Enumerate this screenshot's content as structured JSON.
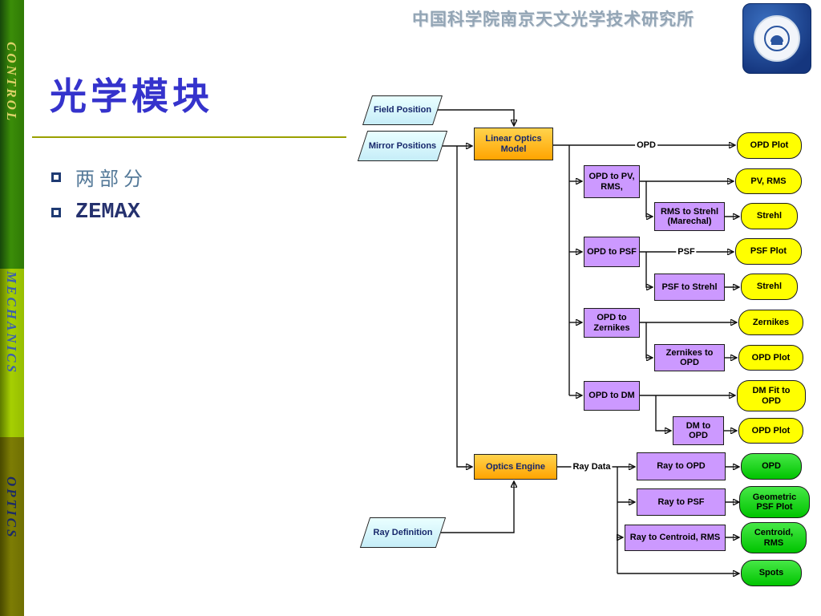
{
  "page": {
    "header": {
      "institute_name": "中国科学院南京天文光学技术研究所"
    },
    "sidebar": {
      "items": [
        {
          "label": "CONTROL"
        },
        {
          "label": "MECHANICS"
        },
        {
          "label": "OPTICS"
        }
      ]
    },
    "title": "光学模块",
    "bullets": [
      {
        "label": "两部分"
      },
      {
        "label": "ZEMAX"
      }
    ],
    "palette": {
      "title_color": "#3533cc",
      "input_node": "#ccf2fa",
      "engine_node": "#ffb000",
      "process_node": "#cc99ff",
      "output_yellow": "#ffff00",
      "output_green": "#00d41c"
    }
  },
  "flowchart": {
    "nodes": [
      {
        "id": "field-position",
        "label": "Field Position",
        "type": "input"
      },
      {
        "id": "mirror-positions",
        "label": "Mirror Positions",
        "type": "input"
      },
      {
        "id": "linear-optics-model",
        "label": "Linear Optics Model",
        "type": "engine"
      },
      {
        "id": "opd-plot-1",
        "label": "OPD Plot",
        "type": "output-yellow"
      },
      {
        "id": "opd-to-pv-rms",
        "label": "OPD to PV, RMS,",
        "type": "process"
      },
      {
        "id": "pv-rms",
        "label": "PV, RMS",
        "type": "output-yellow"
      },
      {
        "id": "rms-to-strehl",
        "label": "RMS to Strehl (Marechal)",
        "type": "process"
      },
      {
        "id": "strehl-1",
        "label": "Strehl",
        "type": "output-yellow"
      },
      {
        "id": "opd-to-psf",
        "label": "OPD to PSF",
        "type": "process"
      },
      {
        "id": "psf-plot",
        "label": "PSF Plot",
        "type": "output-yellow"
      },
      {
        "id": "psf-to-strehl",
        "label": "PSF to Strehl",
        "type": "process"
      },
      {
        "id": "strehl-2",
        "label": "Strehl",
        "type": "output-yellow"
      },
      {
        "id": "opd-to-zernikes",
        "label": "OPD to Zernikes",
        "type": "process"
      },
      {
        "id": "zernikes",
        "label": "Zernikes",
        "type": "output-yellow"
      },
      {
        "id": "zernikes-to-opd",
        "label": "Zernikes to OPD",
        "type": "process"
      },
      {
        "id": "opd-plot-2",
        "label": "OPD Plot",
        "type": "output-yellow"
      },
      {
        "id": "opd-to-dm",
        "label": "OPD to DM",
        "type": "process"
      },
      {
        "id": "dm-fit-to-opd",
        "label": "DM Fit to OPD",
        "type": "output-yellow"
      },
      {
        "id": "dm-to-opd",
        "label": "DM to OPD",
        "type": "process"
      },
      {
        "id": "opd-plot-3",
        "label": "OPD Plot",
        "type": "output-yellow"
      },
      {
        "id": "optics-engine",
        "label": "Optics Engine",
        "type": "engine"
      },
      {
        "id": "ray-to-opd",
        "label": "Ray to OPD",
        "type": "process"
      },
      {
        "id": "opd-green",
        "label": "OPD",
        "type": "output-green"
      },
      {
        "id": "ray-to-psf",
        "label": "Ray to PSF",
        "type": "process"
      },
      {
        "id": "geometric-psf-plot",
        "label": "Geometric PSF Plot",
        "type": "output-green"
      },
      {
        "id": "ray-to-centroid-rms",
        "label": "Ray to Centroid, RMS",
        "type": "process"
      },
      {
        "id": "centroid-rms",
        "label": "Centroid, RMS",
        "type": "output-green"
      },
      {
        "id": "spots",
        "label": "Spots",
        "type": "output-green"
      },
      {
        "id": "ray-definition",
        "label": "Ray Definition",
        "type": "input"
      }
    ],
    "edge_labels": [
      {
        "label": "OPD"
      },
      {
        "label": "PSF"
      },
      {
        "label": "Ray Data"
      }
    ]
  }
}
